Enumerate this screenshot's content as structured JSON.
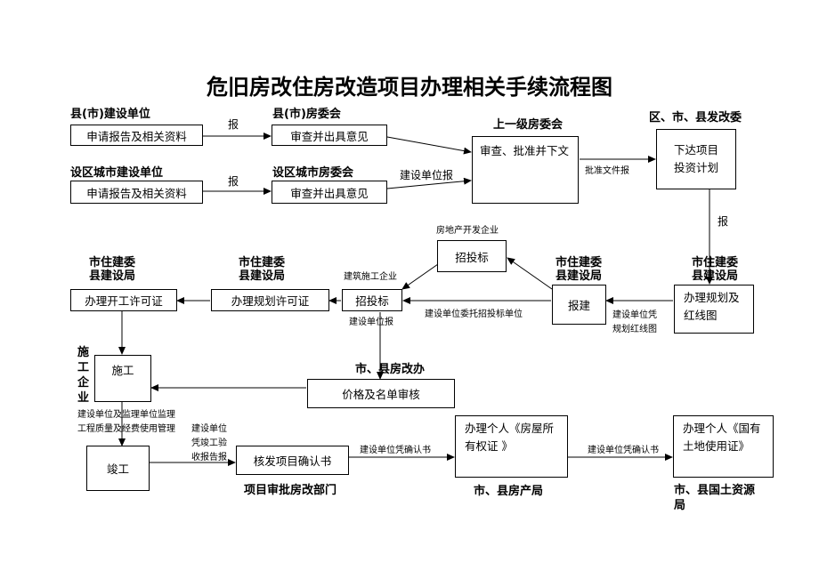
{
  "title": "危旧房改住房改造项目办理相关手续流程图",
  "nodes": {
    "apply1": "申请报告及相关资料",
    "review1": "审查并出具意见",
    "approve_upper": "审查、批准并下文",
    "issue_plan": "下达项目投资计划",
    "apply2": "申请报告及相关资料",
    "review2": "审查并出具意见",
    "tender_top": "招投标",
    "construction_permit": "办理开工许可证",
    "planning_permit": "办理规划许可证",
    "tender_mid": "招投标",
    "filing": "报建",
    "planning_redline": "办理规划及红线图",
    "construction": "施工",
    "price_review": "价格及名单审核",
    "completion": "竣工",
    "project_confirm": "核发项目确认书",
    "house_cert": "办理个人《房屋所有权证 》",
    "land_cert": "办理个人《国有土地使用证》"
  },
  "labels": {
    "county_builder": "县(市)建设单位",
    "county_housing": "县(市)房委会",
    "upper_housing": "上一级房委会",
    "dev_reform": "区、市、县发改委",
    "city_builder": "设区城市建设单位",
    "city_housing": "设区城市房委会",
    "real_estate": "房地产开发企业",
    "city_const1": "市住建委",
    "county_const1": "县建设局",
    "city_const2": "市住建委",
    "county_const2": "县建设局",
    "city_const3": "市住建委",
    "county_const3": "县建设局",
    "city_const4": "市住建委",
    "county_const4": "县建设局",
    "contractor_1": "施",
    "contractor_2": "工",
    "contractor_3": "企",
    "contractor_4": "业",
    "city_reform_office": "市、县房改办",
    "approval_dept": "项目审批房改部门",
    "house_bureau": "市、县房产局",
    "land_bureau_1": "市、县国土资源",
    "land_bureau_2": "局"
  },
  "edges": {
    "report1": "报",
    "report2": "报",
    "builder_report": "建设单位报",
    "plan_doc": "批准文件报",
    "report3": "报",
    "contractor": "建筑施工企业",
    "builder_report2": "建设单位报",
    "entrust": "建设单位委托招投标单位",
    "redline_1": "建设单位凭",
    "redline_2": "规划红线图",
    "supervision_1": "建设单位及监理单位监理",
    "supervision_2": "工程质量及经费使用管理",
    "acceptance_1": "建设单位",
    "acceptance_2": "凭竣工验",
    "acceptance_3": "收报告报",
    "confirm1": "建设单位凭确认书",
    "confirm2": "建设单位凭确认书"
  }
}
